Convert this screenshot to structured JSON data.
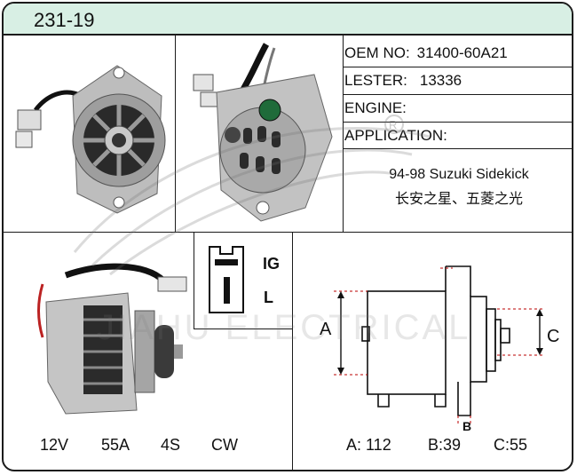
{
  "header": {
    "model": "231-19"
  },
  "info": {
    "oem_label": "OEM NO:",
    "oem_value": "31400-60A21",
    "lester_label": "LESTER:",
    "lester_value": "13336",
    "engine_label": "ENGINE:",
    "application_label": "APPLICATION:",
    "application_line1": "94-98 Suzuki  Sidekick",
    "application_line2": "长安之星、五菱之光"
  },
  "connector": {
    "terminal_ig": "IG",
    "terminal_l": "L"
  },
  "specs": {
    "voltage": "12V",
    "amperage": "55A",
    "pulley": "4S",
    "rotation": "CW"
  },
  "dimensions": {
    "label_a": "A",
    "label_b": "B",
    "label_c": "C",
    "a_text": "A: 112",
    "b_text": "B:39",
    "c_text": "C:55"
  },
  "watermark": {
    "brand": "JIAHU ELECTRICAL",
    "mark": "R"
  },
  "colors": {
    "header_bg": "#d8efe4",
    "border": "#1b1b1b"
  }
}
